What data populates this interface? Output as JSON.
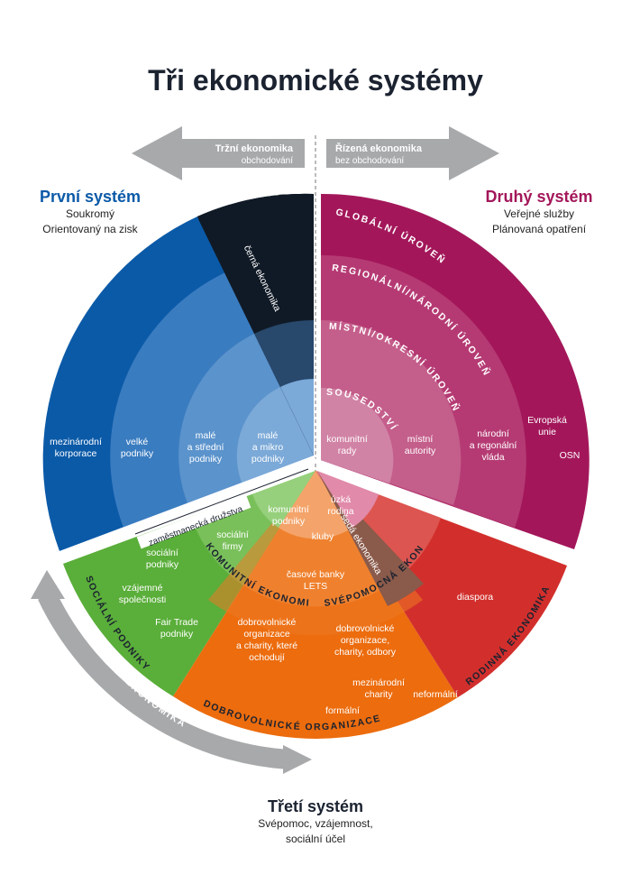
{
  "title": "Tři ekonomické systémy",
  "arrows": {
    "left": {
      "title": "Tržní ekonomika",
      "subtitle": "obchodování"
    },
    "right": {
      "title": "Řízená ekonomika",
      "subtitle": "bez obchodování"
    }
  },
  "first_system": {
    "title": "První systém",
    "line1": "Soukromý",
    "line2": "Orientovaný na zisk"
  },
  "second_system": {
    "title": "Druhý systém",
    "line1": "Veřejné služby",
    "line2": "Plánovaná opatření"
  },
  "third_system": {
    "title": "Třetí systém",
    "line1": "Svépomoc, vzájemnost,",
    "line2": "sociální účel"
  },
  "blue": {
    "l1a": "mezinárodní",
    "l1b": "korporace",
    "l2a": "velké",
    "l2b": "podniky",
    "l3a": "malé",
    "l3b": "a střední",
    "l3c": "podniky",
    "l4a": "malé",
    "l4b": "a mikro",
    "l4c": "podniky",
    "black": "černá ekonomika"
  },
  "magenta": {
    "global": "GLOBÁLNÍ ÚROVEŇ",
    "regional": "REGIONÁLNÍ/NÁRODNÍ ÚROVEŇ",
    "local": "MÍSTNÍ/OKRESNÍ ÚROVEŇ",
    "neighbour": "SOUSEDSTVÍ",
    "a1": "komunitní",
    "a2": "rady",
    "b1": "místní",
    "b2": "autority",
    "c1": "národní",
    "c2": "a regonální",
    "c3": "vláda",
    "d1": "Evropská",
    "d2": "unie",
    "e1": "OSN"
  },
  "third": {
    "employee_coops": "zaměstnanecká družstva",
    "community_business1": "komunitní",
    "community_business2": "podniky",
    "social_firms1": "sociální",
    "social_firms2": "firmy",
    "small_family1": "úzká",
    "small_family2": "rodina",
    "clubs": "kluby",
    "grey_economy": "šedá ekonomika",
    "time_banks1": "časové banky",
    "time_banks2": "LETS",
    "social_enterprises1": "sociální",
    "social_enterprises2": "podniky",
    "mutuals1": "vzájemné",
    "mutuals2": "společnosti",
    "fair_trade1": "Fair Trade",
    "fair_trade2": "podniky",
    "vol_a1": "dobrovolnické",
    "vol_a2": "organizace",
    "vol_a3": "a charity, které",
    "vol_a4": "ochodují",
    "vol_b1": "dobrovolnické",
    "vol_b2": "organizace,",
    "vol_b3": "charity, odbory",
    "intl_charity1": "mezinárodní",
    "intl_charity2": "charity",
    "formal": "formální",
    "informal": "neformální",
    "diaspora": "diaspora",
    "band_community": "KOMUNITNÍ EKONOMIKA",
    "band_selfhelp": "SVÉPOMOCNÁ EKONOMIKA",
    "band_social": "SOCIÁLNÍ PODNIKY",
    "band_voluntary": "DOBROVOLNICKÉ ORGANIZACE",
    "band_family": "RODINNÁ EKONOMIKA",
    "social_economy": "SOCIÁLNÍ EKONOMIKA"
  },
  "colors": {
    "blue": "#0b5aa8",
    "black": "#101a26",
    "magenta": "#a3175a",
    "green": "#5aae3a",
    "orange": "#ec6c0e",
    "red": "#d22f2c",
    "grey": "#a7a9ab"
  }
}
